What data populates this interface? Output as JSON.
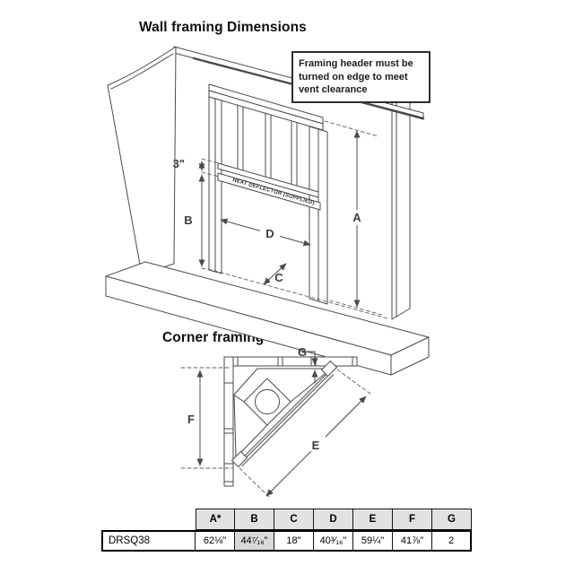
{
  "wall_framing": {
    "title": "Wall framing Dimensions",
    "note": "Framing header must be turned on edge to meet vent clearance",
    "deflector_label": "HEAT DEFLECTOR (SUPPLIED)",
    "labels": {
      "three": "3\"",
      "a": "A",
      "b": "B",
      "c": "C",
      "d": "D"
    }
  },
  "corner_framing": {
    "title": "Corner framing",
    "labels": {
      "e": "E",
      "f": "F",
      "g": "G"
    }
  },
  "table": {
    "model": "DRSQ38",
    "headers": [
      "A*",
      "B",
      "C",
      "D",
      "E",
      "F",
      "G"
    ],
    "values": [
      "62⅛\"",
      "44⁷⁄₁₆\"",
      "18\"",
      "40³⁄₁₆\"",
      "59¼\"",
      "41⅞\"",
      "2"
    ]
  },
  "colors": {
    "line": "#4a4a4a",
    "table_header_bg": "#e2e2e2",
    "shaded_cell_bg": "#d9d9d9",
    "text": "#111111"
  }
}
